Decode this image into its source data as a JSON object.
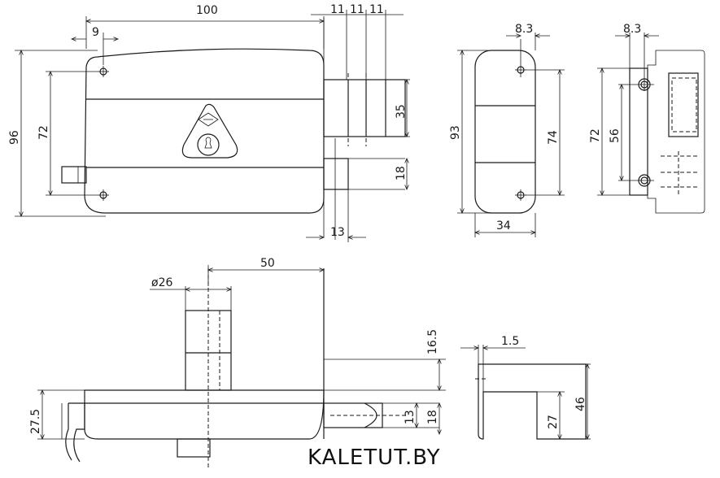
{
  "dimensions": {
    "width_total": "100",
    "handle_offset": "9",
    "bolt_spacing_1": "11",
    "bolt_spacing_2": "11",
    "bolt_spacing_3": "11",
    "height_total": "96",
    "mount_hole_spacing": "72",
    "bolt_height": "35",
    "latch_height": "18",
    "latch_depth": "13",
    "side_offset_top": "8.3",
    "side_height": "93",
    "side_hole_spacing": "74",
    "side_width": "34",
    "keeper_offset_top": "8.3",
    "keeper_height": "72",
    "keeper_inner_spacing": "56",
    "backset": "50",
    "cylinder_diameter": "ø26",
    "bolt_projection": "16.5",
    "case_depth": "27.5",
    "latch_projection": "13",
    "latch_width": "18",
    "plate_thickness": "1.5",
    "bracket_height": "46",
    "bracket_inner": "27"
  },
  "watermark": "KALETUT.BY"
}
